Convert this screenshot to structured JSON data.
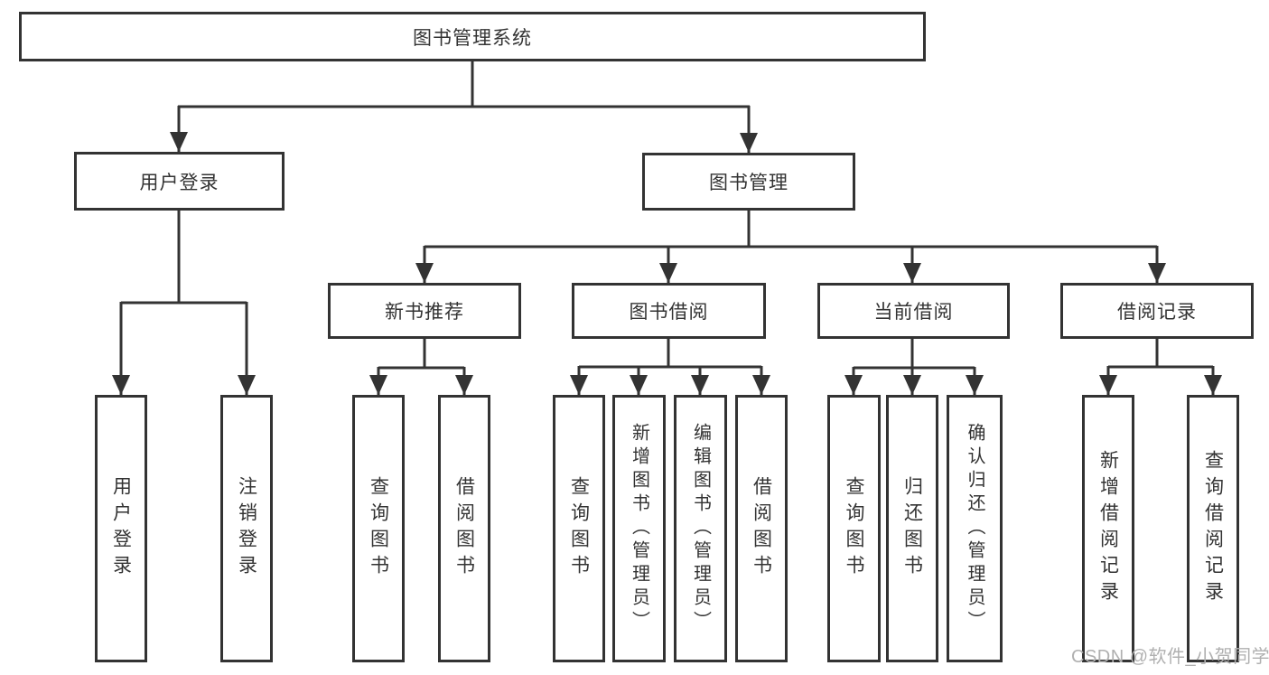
{
  "diagram_title": "图书管理系统",
  "colors": {
    "line": "#333333",
    "text": "#333333",
    "background": "#ffffff",
    "watermark": "#b0b0b0"
  },
  "nodes": {
    "root": {
      "label": "图书管理系统"
    },
    "user_login_branch": {
      "label": "用户登录"
    },
    "book_management": {
      "label": "图书管理"
    },
    "user_login": {
      "label": "用户登录"
    },
    "logout_login": {
      "label": "注销登录"
    },
    "new_book_recommend": {
      "label": "新书推荐"
    },
    "book_borrowing": {
      "label": "图书借阅"
    },
    "current_borrowing": {
      "label": "当前借阅"
    },
    "borrowing_records": {
      "label": "借阅记录"
    },
    "nbr_query_books": {
      "label": "查询图书"
    },
    "nbr_borrow_books": {
      "label": "借阅图书"
    },
    "bb_query_books": {
      "label": "查询图书"
    },
    "bb_add_books_admin": {
      "label": "新增图书（管理员）"
    },
    "bb_edit_books_admin": {
      "label": "编辑图书（管理员）"
    },
    "bb_borrow_books": {
      "label": "借阅图书"
    },
    "cb_query_books": {
      "label": "查询图书"
    },
    "cb_return_books": {
      "label": "归还图书"
    },
    "cb_confirm_return_admin": {
      "label": "确认归还（管理员）"
    },
    "br_add_record": {
      "label": "新增借阅记录"
    },
    "br_query_record": {
      "label": "查询借阅记录"
    }
  },
  "watermark": {
    "text": "CSDN @软件_小贺同学"
  }
}
